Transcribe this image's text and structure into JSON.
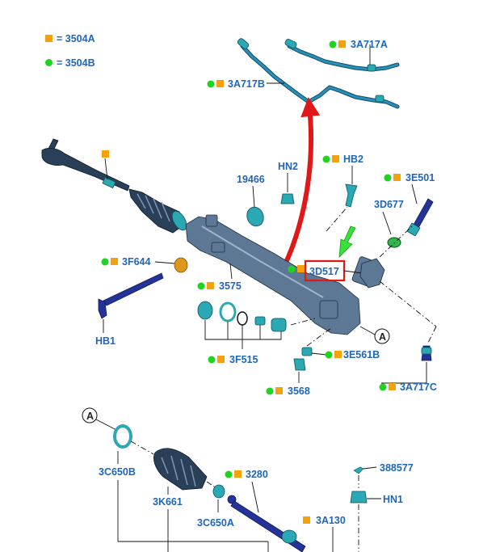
{
  "legend": {
    "items": [
      {
        "marker": "orange-square",
        "text": "= 3504A"
      },
      {
        "marker": "green-dot",
        "text": "= 3504B"
      }
    ]
  },
  "colors": {
    "label_blue": "#1f66b8",
    "marker_orange": "#f5a10a",
    "marker_green": "#1fd41f",
    "highlight_red": "#e01818",
    "arrow_green": "#38e038"
  },
  "parts": {
    "p3A717A": "3A717A",
    "p3A717B": "3A717B",
    "pHN2": "HN2",
    "p19466": "19466",
    "pHB2": "HB2",
    "p3E501": "3E501",
    "p3D677": "3D677",
    "p3F644": "3F644",
    "p3575": "3575",
    "p3D517": "3D517",
    "pHB1": "HB1",
    "p3F515": "3F515",
    "p3E561B": "3E561B",
    "p3568": "3568",
    "p3A717C": "3A717C",
    "pA1": "A",
    "pA2": "A",
    "p3C650B": "3C650B",
    "p3K661": "3K661",
    "p3280": "3280",
    "p388577": "388577",
    "pHN1": "HN1",
    "p3C650A": "3C650A",
    "p3A130": "3A130"
  }
}
